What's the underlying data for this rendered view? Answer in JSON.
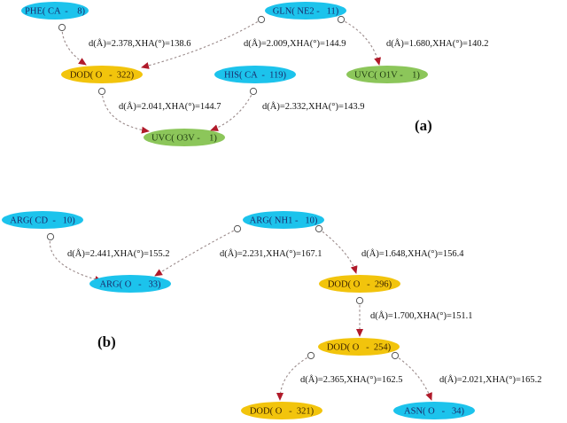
{
  "colors": {
    "cyan": "#1cc3ec",
    "gold": "#f2c40c",
    "green": "#8cc65a",
    "edge": "#9a8a8a",
    "arrow": "#b01a2a",
    "node_text_on_cyan": "#1a2a6a",
    "node_text_on_gold": "#3a2200",
    "node_text_on_green": "#1e3a10"
  },
  "panels": [
    {
      "id": "a",
      "label": "(a)",
      "nodes": [
        {
          "id": "phe8",
          "label": "PHE( CA  -    8)",
          "color": "cyan"
        },
        {
          "id": "gln11",
          "label": "GLN( NE2 -   11)",
          "color": "cyan"
        },
        {
          "id": "dod322",
          "label": "DOD( O   -  322)",
          "color": "gold"
        },
        {
          "id": "his119",
          "label": "HIS( CA  -  119)",
          "color": "cyan"
        },
        {
          "id": "uvc_o1v",
          "label": "UVC( O1V -    1)",
          "color": "green"
        },
        {
          "id": "uvc_o3v",
          "label": "UVC( O3V -    1)",
          "color": "green"
        }
      ],
      "edges": [
        {
          "from": "phe8",
          "to": "dod322",
          "label": "d(Å)=2.378,XHA(°)=138.6",
          "distance_A": 2.378,
          "angle_deg": 138.6
        },
        {
          "from": "gln11",
          "to": "dod322",
          "label": "d(Å)=2.009,XHA(°)=144.9",
          "distance_A": 2.009,
          "angle_deg": 144.9
        },
        {
          "from": "gln11",
          "to": "uvc_o1v",
          "label": "d(Å)=1.680,XHA(°)=140.2",
          "distance_A": 1.68,
          "angle_deg": 140.2
        },
        {
          "from": "dod322",
          "to": "uvc_o3v",
          "label": "d(Å)=2.041,XHA(°)=144.7",
          "distance_A": 2.041,
          "angle_deg": 144.7
        },
        {
          "from": "his119",
          "to": "uvc_o3v",
          "label": "d(Å)=2.332,XHA(°)=143.9",
          "distance_A": 2.332,
          "angle_deg": 143.9
        }
      ]
    },
    {
      "id": "b",
      "label": "(b)",
      "nodes": [
        {
          "id": "arg10cd",
          "label": "ARG( CD  -   10)",
          "color": "cyan"
        },
        {
          "id": "arg10nh1",
          "label": "ARG( NH1 -   10)",
          "color": "cyan"
        },
        {
          "id": "arg33",
          "label": "ARG( O   -   33)",
          "color": "cyan"
        },
        {
          "id": "dod296",
          "label": "DOD( O   -  296)",
          "color": "gold"
        },
        {
          "id": "dod254",
          "label": "DOD( O   -  254)",
          "color": "gold"
        },
        {
          "id": "dod321",
          "label": "DOD( O   -  321)",
          "color": "gold"
        },
        {
          "id": "asn34",
          "label": "ASN( O   -   34)",
          "color": "cyan"
        }
      ],
      "edges": [
        {
          "from": "arg10cd",
          "to": "arg33",
          "label": "d(Å)=2.441,XHA(°)=155.2",
          "distance_A": 2.441,
          "angle_deg": 155.2
        },
        {
          "from": "arg10nh1",
          "to": "arg33",
          "label": "d(Å)=2.231,XHA(°)=167.1",
          "distance_A": 2.231,
          "angle_deg": 167.1
        },
        {
          "from": "arg10nh1",
          "to": "dod296",
          "label": "d(Å)=1.648,XHA(°)=156.4",
          "distance_A": 1.648,
          "angle_deg": 156.4
        },
        {
          "from": "dod296",
          "to": "dod254",
          "label": "d(Å)=1.700,XHA(°)=151.1",
          "distance_A": 1.7,
          "angle_deg": 151.1
        },
        {
          "from": "dod254",
          "to": "dod321",
          "label": "d(Å)=2.365,XHA(°)=162.5",
          "distance_A": 2.365,
          "angle_deg": 162.5
        },
        {
          "from": "dod254",
          "to": "asn34",
          "label": "d(Å)=2.021,XHA(°)=165.2",
          "distance_A": 2.021,
          "angle_deg": 165.2
        }
      ]
    }
  ]
}
